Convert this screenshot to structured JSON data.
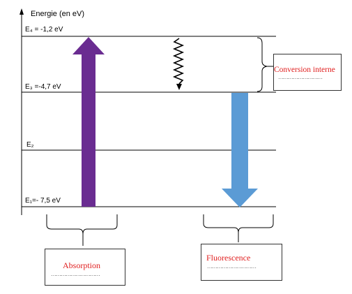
{
  "axis_label": "Energie (en eV)",
  "levels": {
    "e4": {
      "label": "E₄ = -1,2 eV"
    },
    "e3": {
      "label": "E₃ =-4,7 eV"
    },
    "e2": {
      "label": "E₂"
    },
    "e1": {
      "label": "E₁=- 7,5 eV"
    }
  },
  "answer_boxes": {
    "conversion": {
      "title": "Conversion interne",
      "dotted_line": "………………………"
    },
    "absorption": {
      "title": "Absorption",
      "dotted_line": "…………………………"
    },
    "fluorescence": {
      "title": "Fluorescence",
      "dotted_line": "…………………………"
    }
  },
  "colors": {
    "absorption_arrow": "#6a2c91",
    "fluorescence_arrow": "#5b9bd5",
    "box_text": "#e02020",
    "lines": "#000000"
  }
}
